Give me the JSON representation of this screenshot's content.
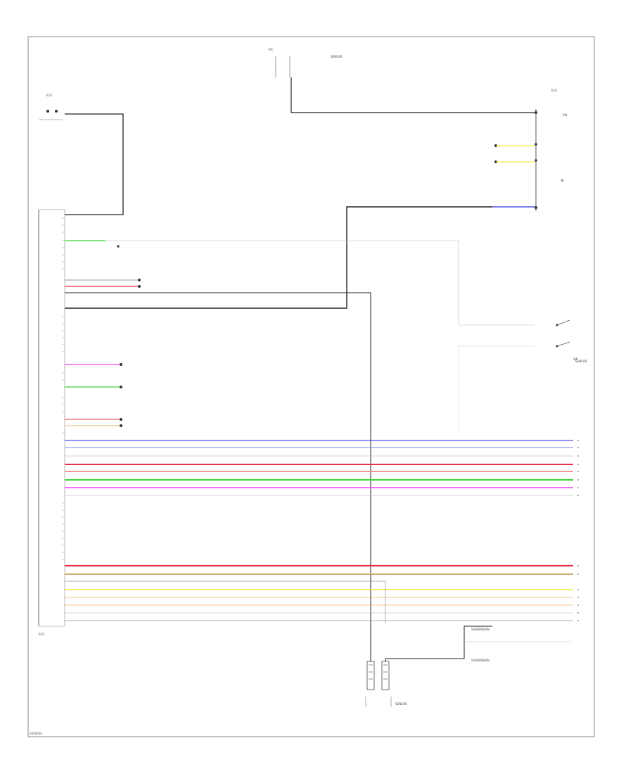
{
  "footer_code": "0000000",
  "labels": {
    "ecu_top": "ECU",
    "ecu_bottom": "ECU",
    "top_connector": "P/C",
    "top_component": "SENSOR",
    "right_component": "ECU",
    "right_pin_box": "SW",
    "ground_label": "G",
    "bottom_component": "SENSOR",
    "suspension_fl": "SUSPENSION",
    "suspension_fr": "SUSPENSION",
    "right_lower_component": "SENSOR",
    "mid_connector": "SW"
  },
  "wire_colors": {
    "black": "#1a1a1a",
    "gray": "#9a9a9a",
    "green": "#3ad43a",
    "red": "#e8304a",
    "pink": "#f040f0",
    "blue": "#5050e8",
    "orange": "#f0b070",
    "yellow": "#e8e820",
    "lightgray": "#c8c8c8"
  }
}
